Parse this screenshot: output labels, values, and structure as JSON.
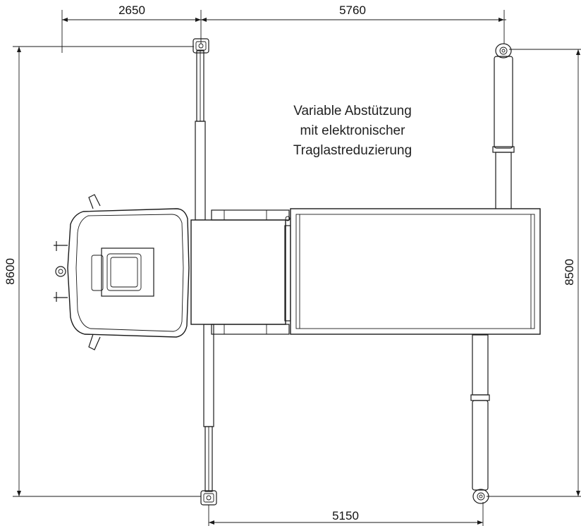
{
  "dimensions": {
    "top_left": "2650",
    "top_right": "5760",
    "bottom": "5150",
    "left_height": "8600",
    "right_height": "8500"
  },
  "note": {
    "line1": "Variable Abstützung",
    "line2": "mit elektronischer",
    "line3": "Traglastreduzierung"
  },
  "colors": {
    "line": "#1a1a1a",
    "background": "#ffffff"
  }
}
